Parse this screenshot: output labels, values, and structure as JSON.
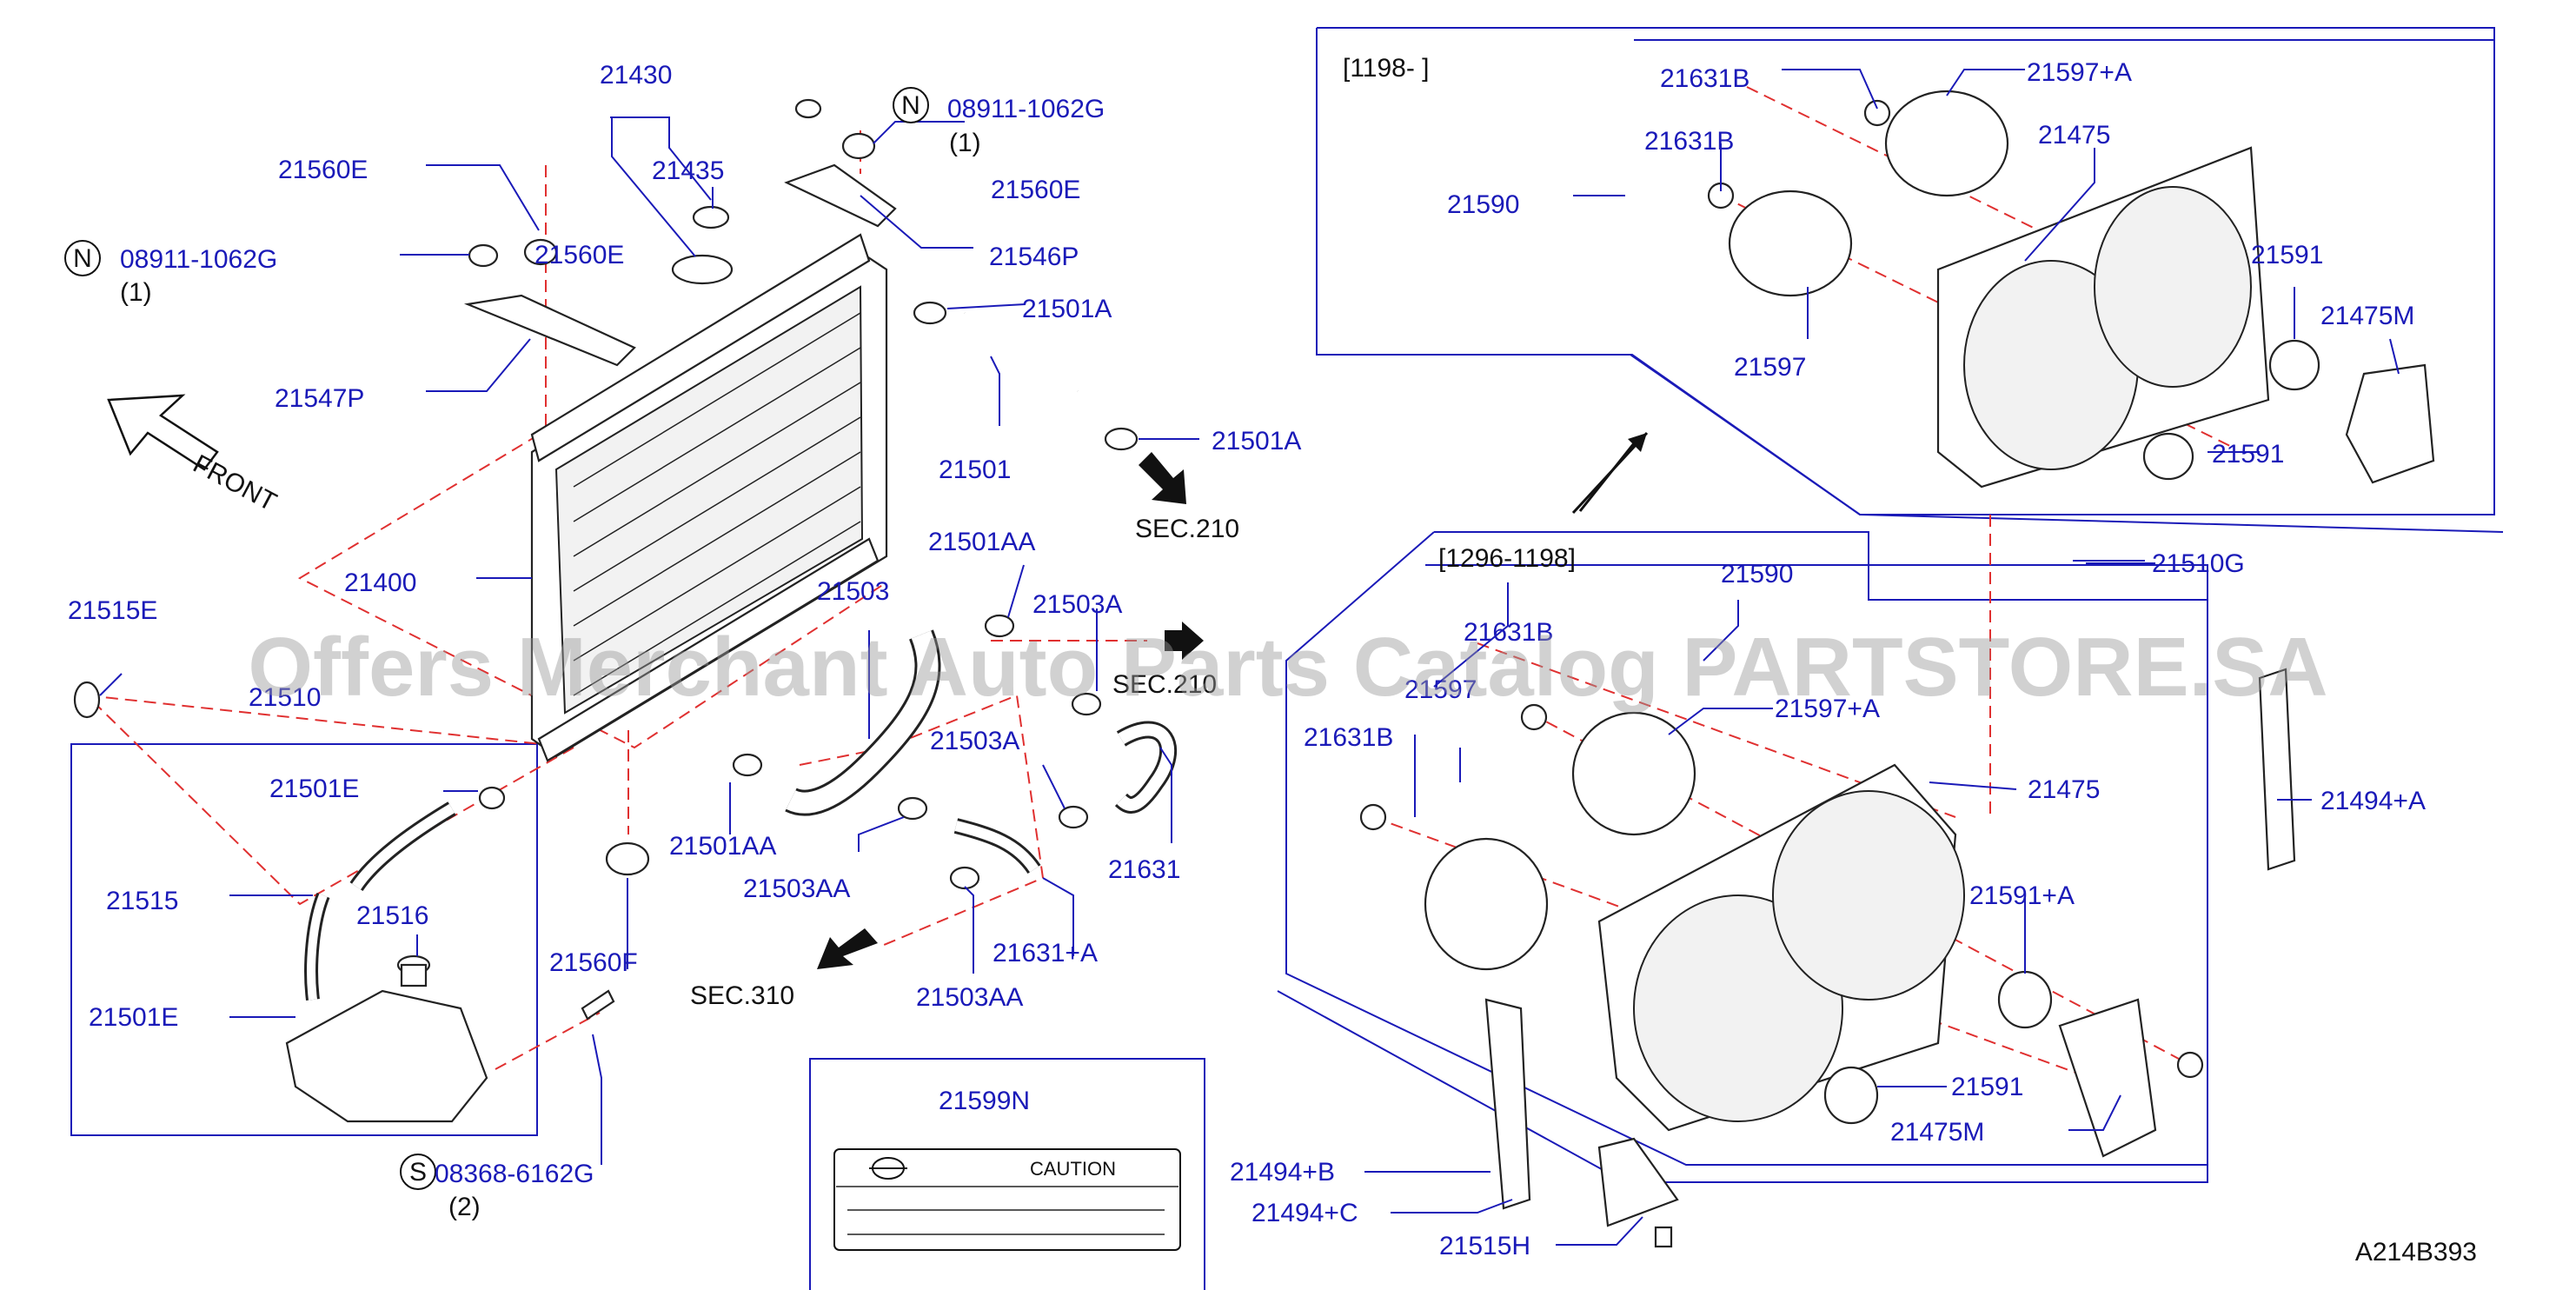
{
  "diagram": {
    "code": "A214B393",
    "watermark": "Offers Merchant Auto Parts Catalog PARTSTORE.SA",
    "front_label": "FRONT",
    "caution_text": "CAUTION",
    "sections": {
      "upper_range": "[1198-            ]",
      "lower_range": "[1296-1198]"
    },
    "sec_refs": [
      "SEC.210",
      "SEC.210",
      "SEC.310"
    ],
    "circle_codes": [
      "N",
      "N",
      "S"
    ],
    "qty_notes": [
      "(1)",
      "(1)",
      "(2)"
    ],
    "labels": [
      "21430",
      "21435",
      "21560E",
      "08911-1062G",
      "21560E",
      "21546P",
      "21560E",
      "08911-1062G",
      "21547P",
      "21501A",
      "21501",
      "21501A",
      "21400",
      "21515E",
      "21510",
      "21501E",
      "21515",
      "21516",
      "21501E",
      "08368-6162G",
      "21560F",
      "21501AA",
      "21503",
      "21503A",
      "21501AA",
      "21503AA",
      "21503A",
      "21631",
      "21631+A",
      "21503AA",
      "21599N",
      "21631B",
      "21597+A",
      "21631B",
      "21475",
      "21590",
      "21591",
      "21475M",
      "21597",
      "21591",
      "21510G",
      "21590",
      "21631B",
      "21597",
      "21597+A",
      "21631B",
      "21475",
      "21494+A",
      "21591+A",
      "21591",
      "21475M",
      "21494+B",
      "21494+C",
      "21515H"
    ]
  }
}
